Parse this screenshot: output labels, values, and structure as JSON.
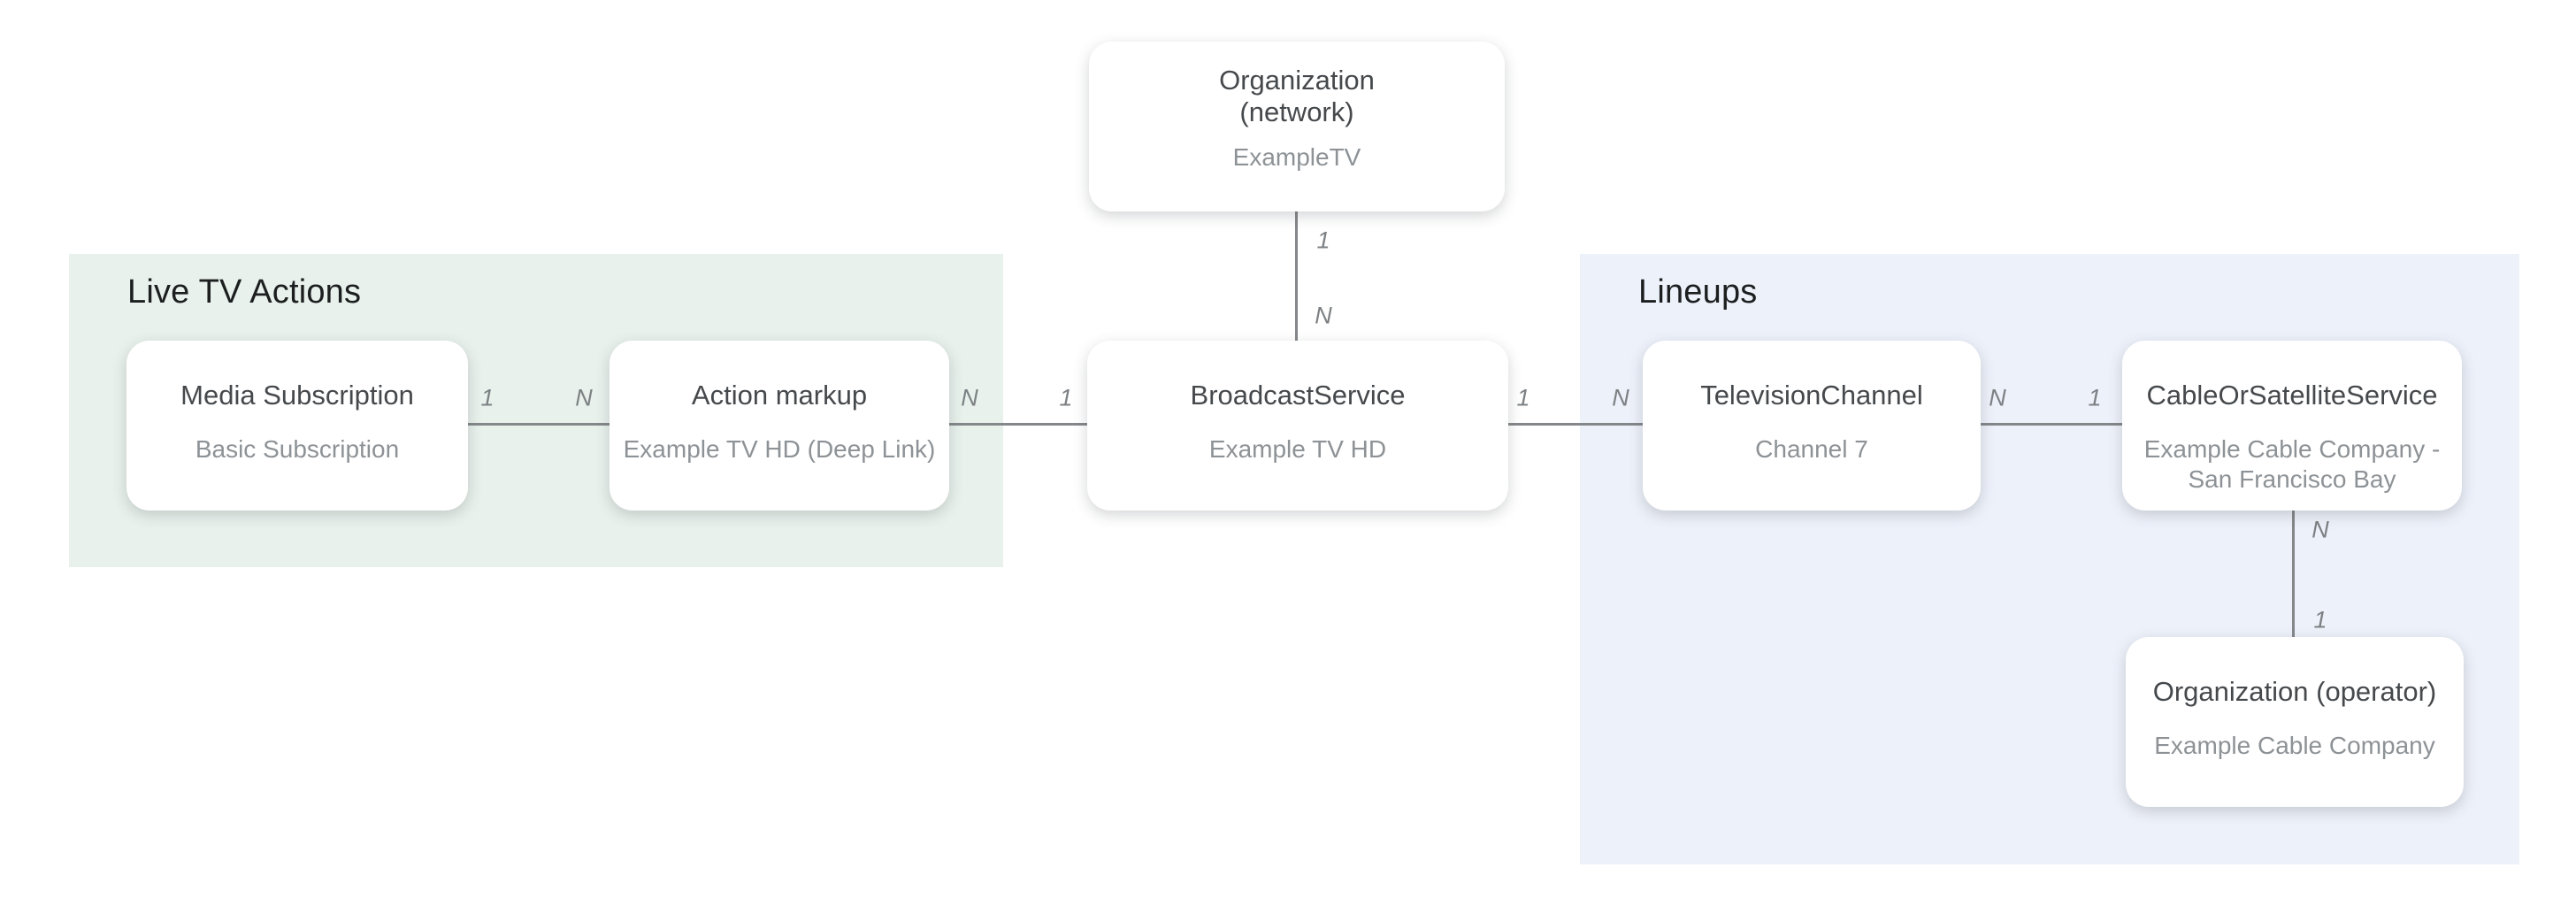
{
  "diagram": {
    "kind": "entity-relationship",
    "groups": [
      {
        "label": "Live TV Actions"
      },
      {
        "label": "Lineups"
      }
    ],
    "nodes": [
      {
        "title": "Organization\n(network)",
        "subtitle": "ExampleTV"
      },
      {
        "title": "Media Subscription",
        "subtitle": "Basic Subscription"
      },
      {
        "title": "Action markup",
        "subtitle": "Example TV HD (Deep Link)"
      },
      {
        "title": "BroadcastService",
        "subtitle": "Example TV HD"
      },
      {
        "title": "TelevisionChannel",
        "subtitle": "Channel 7"
      },
      {
        "title": "CableOrSatelliteService",
        "subtitle": "Example Cable Company - San Francisco Bay"
      },
      {
        "title": "Organization (operator)",
        "subtitle": "Example Cable Company"
      }
    ],
    "edges": [
      {
        "id": "media-to-action",
        "from_label": "1",
        "to_label": "N"
      },
      {
        "id": "action-to-broadcast",
        "from_label": "N",
        "to_label": "1"
      },
      {
        "id": "network-to-broadcast",
        "from_label": "1",
        "to_label": "N"
      },
      {
        "id": "broadcast-to-televisionchannel",
        "from_label": "1",
        "to_label": "N"
      },
      {
        "id": "televisionchannel-to-cable",
        "from_label": "N",
        "to_label": "1"
      },
      {
        "id": "cable-to-operator",
        "from_label": "N",
        "to_label": "1"
      }
    ],
    "colors": {
      "background": "#ffffff",
      "live_tv_actions_panel": "#e8f1ec",
      "lineups_panel": "#edf1fa",
      "node_background": "#ffffff",
      "node_title_text": "#46494c",
      "node_subtitle_text": "#8d9296",
      "group_title_text": "#1c1e1f",
      "connector_line": "#85888b",
      "edge_label_text": "#7d8184"
    }
  }
}
